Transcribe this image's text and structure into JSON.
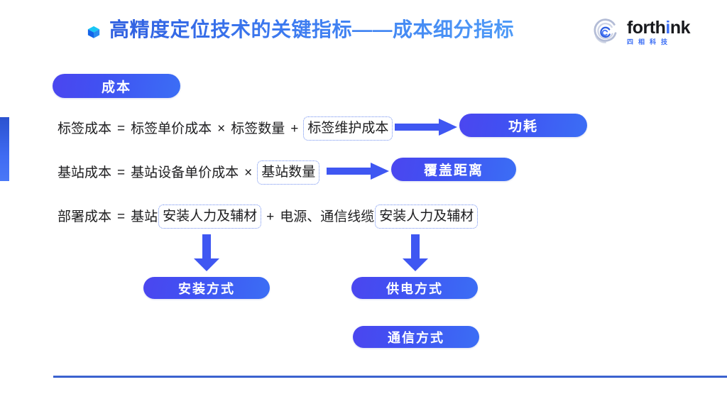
{
  "header": {
    "bullet_icon": "cube-icon",
    "title": "高精度定位技术的关键指标——成本细分指标"
  },
  "logo": {
    "mark_icon": "spiral-swirl-icon",
    "word_1": "forth",
    "word_highlight": "i",
    "word_2": "nk",
    "subtitle": "四相科技"
  },
  "pills": {
    "cost": "成本",
    "power_consumption": "功耗",
    "coverage_distance": "覆盖距离",
    "installation_method": "安装方式",
    "power_supply_method": "供电方式",
    "communication_method": "通信方式"
  },
  "formulas": {
    "row1": {
      "lhs": "标签成本",
      "eq": "=",
      "term1": "标签单价成本",
      "op1": "×",
      "term2": "标签数量",
      "op2": "+",
      "boxed_term": "标签维护成本"
    },
    "row2": {
      "lhs": "基站成本",
      "eq": "=",
      "term1": "基站设备单价成本",
      "op1": "×",
      "boxed_term": "基站数量"
    },
    "row3": {
      "lhs": "部署成本",
      "eq": "=",
      "term1": "基站",
      "boxed_term1": "安装人力及辅材",
      "op1": "+",
      "term2": "电源、通信线缆",
      "boxed_term2": "安装人力及辅材"
    }
  },
  "arrows": {
    "right_1": "arrow-right-icon",
    "right_2": "arrow-right-icon",
    "down_1": "arrow-down-icon",
    "down_2": "arrow-down-icon"
  },
  "decorations": {
    "left_accent_bar": "left-accent-bar",
    "bottom_rule": "bottom-divider"
  },
  "colors": {
    "accent_blue": "#3b6ef5",
    "accent_violet": "#4b46ef",
    "title_gradient_start": "#2f5fe0",
    "title_gradient_end": "#4e9af7",
    "rule_blue": "#3b62cf",
    "box_border": "#6f8ef0",
    "text_dark": "#1d1d1f"
  }
}
